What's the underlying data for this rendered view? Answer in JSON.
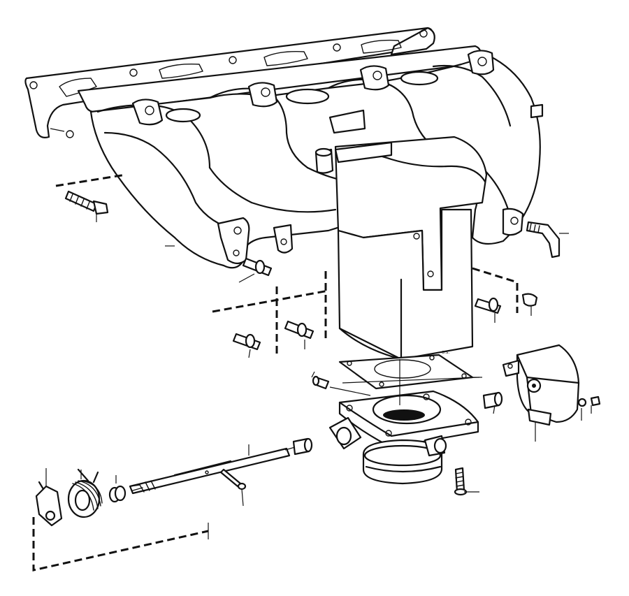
{
  "diagram": {
    "type": "exploded-parts-drawing",
    "subject": "intake-manifold-throttle-body-assembly",
    "line_color": "#111111",
    "background": "#ffffff"
  },
  "labels": {
    "flange_marking": "o.s."
  }
}
